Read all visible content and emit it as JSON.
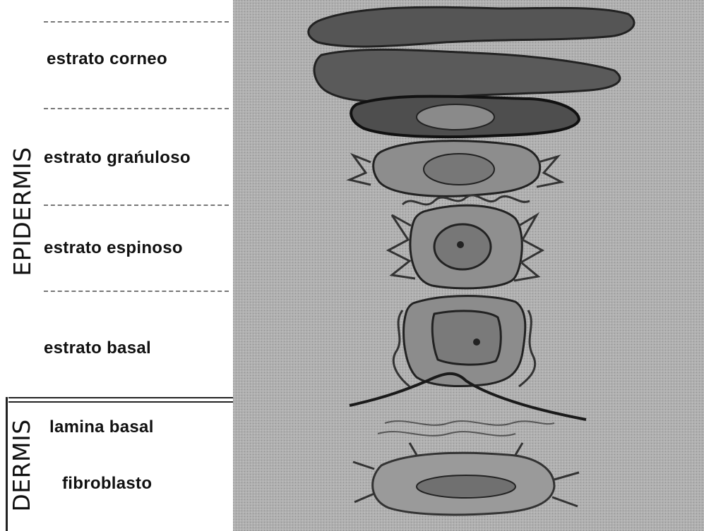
{
  "labels": {
    "epidermis": "EPIDERMIS",
    "dermis": "DERMIS",
    "estrato_corneo": "estrato corneo",
    "estrato_granuloso": "estrato grańuloso",
    "estrato_espinoso": "estrato espinoso",
    "estrato_basal": "estrato basal",
    "lamina_basal": "lamina basal",
    "fibroblasto": "fibroblasto"
  },
  "colors": {
    "background_right": "#aaaaaa",
    "corneo_cells": "#555555",
    "cell_fill": "#8f8f8f",
    "nucleus": "#777777",
    "outline": "#222222"
  }
}
